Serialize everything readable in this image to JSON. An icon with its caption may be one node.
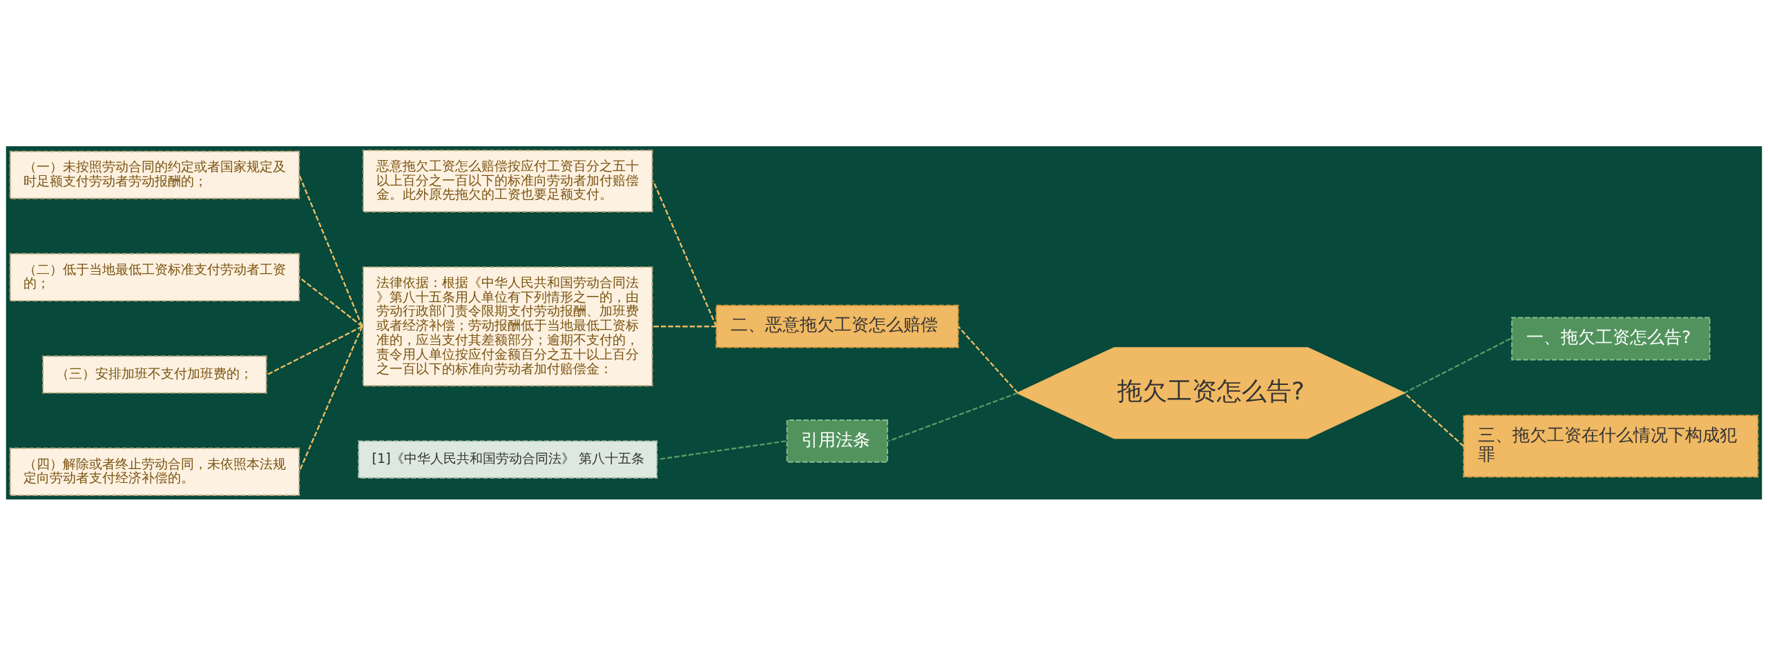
{
  "diagram": {
    "nodes": [
      {
        "text": [
          "拖欠工资怎么告?"
        ]
      },
      {
        "text": [
          "一、拖欠工资怎么告?"
        ]
      },
      {
        "text": [
          "二、恶意拖欠工资怎么赔偿"
        ]
      },
      {
        "text": [
          "三、拖欠工资在什么情况下构成犯罪"
        ]
      },
      {
        "text": [
          "引用法条"
        ]
      },
      {
        "text": [
          "恶意拖欠工资怎么赔偿按应付工资百分之五十以上百分之一百以下的标准向劳动者加付赔偿金。此外原先拖欠的工资也要足额支付。"
        ]
      },
      {
        "text": [
          "法律依据：根据《中华人民共和国劳动合同法》第八十五条用人单位有下列情形之一的，由劳动行政部门责令限期支付劳动报酬、加班费或者经济补偿；劳动报酬低于当地最低工资标准的，应当支付其差额部分；逾期不支付的，责令用人单位按应付金额百分之五十以上百分之一百以下的标准向劳动者加付赔偿金："
        ]
      },
      {
        "text": [
          "（一）未按照劳动合同的约定或者国家规定及时足额支付劳动者劳动报酬的；"
        ]
      },
      {
        "text": [
          "（二）低于当地最低工资标准支付劳动者工资的；"
        ]
      },
      {
        "text": [
          "（三）安排加班不支付加班费的；"
        ]
      },
      {
        "text": [
          "（四）解除或者终止劳动合同，未依照本法规定向劳动者支付经济补偿的。"
        ]
      },
      {
        "text": [
          "[1]《中华人民共和国劳动合同法》 第八十五条"
        ]
      }
    ],
    "edges": [
      {
        "from": 0,
        "to": 1,
        "arrow": "none",
        "style": "dashed",
        "color": "#5a9a64"
      },
      {
        "from": 0,
        "to": 2,
        "arrow": "none",
        "style": "dashed"
      },
      {
        "from": 0,
        "to": 3,
        "arrow": "none",
        "style": "dashed"
      },
      {
        "from": 0,
        "to": 4,
        "arrow": "none",
        "style": "dashed",
        "color": "#5a9a64"
      },
      {
        "from": 2,
        "to": 5,
        "arrow": "none",
        "style": "dashed"
      },
      {
        "from": 2,
        "to": 6,
        "arrow": "none",
        "style": "dashed"
      },
      {
        "from": 6,
        "to": 7,
        "arrow": "none",
        "style": "dashed"
      },
      {
        "from": 6,
        "to": 8,
        "arrow": "none",
        "style": "dashed"
      },
      {
        "from": 6,
        "to": 9,
        "arrow": "none",
        "style": "dashed"
      },
      {
        "from": 6,
        "to": 10,
        "arrow": "none",
        "style": "dashed"
      },
      {
        "from": 4,
        "to": 11,
        "arrow": "none",
        "style": "dashed",
        "color": "#5a9a64"
      }
    ]
  }
}
